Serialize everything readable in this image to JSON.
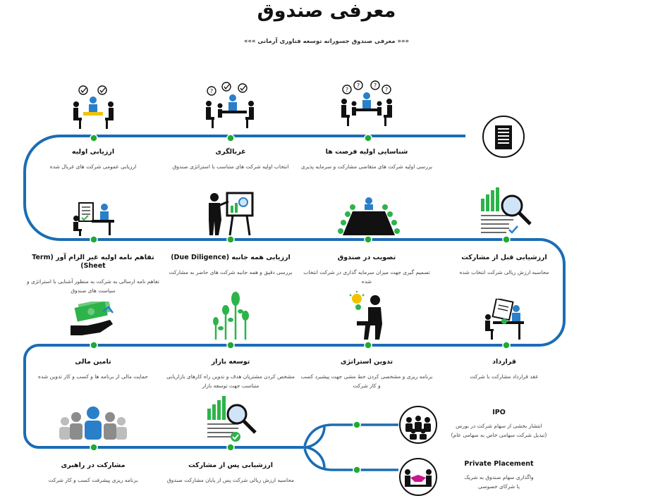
{
  "title": "معرفی صندوق",
  "subtitle": "««« معرفی صندوق جسورانه توسعه فناوری آرمانی »»»",
  "colors": {
    "line": "#1a6db5",
    "dot": "#1eab2f",
    "blue": "#2a7fc9",
    "green": "#2db34a",
    "black": "#111111"
  },
  "steps": [
    {
      "title": "شناسایی اولیه فرصت ها",
      "desc": "بررسی اولیه شرکت های متقاضی مشارکت و سرمایه پذیری",
      "icon": "meeting-group-icon"
    },
    {
      "title": "غربالگری",
      "desc": "انتخاب اولیه شرکت های متناسب با استراتژی صندوق",
      "icon": "meeting-group-icon"
    },
    {
      "title": "ارزیابی اولیه",
      "desc": "ارزیابی عمومی شرکت های غربال شده",
      "icon": "meeting-group-icon"
    },
    {
      "title": "ارزشیابی قبل از مشارکت",
      "desc": "محاسبه ارزش ریالی شرکت انتخاب شده",
      "icon": "report-magnifier-icon"
    },
    {
      "title": "تصویب در صندوق",
      "desc": "تصمیم گیری جهت میزان سرمایه گذاری در شرکت انتخاب شده",
      "icon": "boardroom-icon"
    },
    {
      "title": "ارزیابی همه جانبه (Due Diligence)",
      "desc": "بررسی دقیق و همه جانبه شرکت های حاضر به مشارکت",
      "icon": "presentation-icon"
    },
    {
      "title": "تفاهم نامه اولیه غیر الزام آور (Term Sheet)",
      "desc": "تفاهم نامه ارسالی به شرکت به منظور آشنایی با استراتژی و سیاست های صندوق",
      "icon": "desk-checklist-icon"
    },
    {
      "title": "قرارداد",
      "desc": "عقد قرارداد مشارکت با شرکت",
      "icon": "contract-signing-icon"
    },
    {
      "title": "تدوین استراتژی",
      "desc": "برنامه ریزی و مشخصی کردن خط مشی جهت پیشبرد کسب و کار شرکت",
      "icon": "thinking-person-icon"
    },
    {
      "title": "توسعه بازار",
      "desc": "مشخص کردن مشتریان هدف و تدوین راه کارهای بازاریابی متناسب جهت توسعه بازار",
      "icon": "growth-plants-icon"
    },
    {
      "title": "تامین مالی",
      "desc": "حمایت مالی از برنامه ها و کسب و کار تدوین شده",
      "icon": "money-hand-icon"
    },
    {
      "title": "ارزشیابی پس از مشارکت",
      "desc": "محاسبه ارزش ریالی شرکت پس از پایان مشارکت صندوق",
      "icon": "report-magnifier-icon"
    },
    {
      "title": "مشارکت در راهبری",
      "desc": "برنامه ریزی پیشرفت کسب و کار شرکت",
      "icon": "crowd-icon"
    }
  ],
  "branches": [
    {
      "title": "IPO",
      "desc1": "انتشار بخشی از سهام شرکت در بورس",
      "desc2": "(تبدیل شرکت سهامی خاص به سهامی عام)",
      "icon": "crowd-circle-icon"
    },
    {
      "title": "Private Placement",
      "desc1": "واگذاری سهام صندوق به شریک",
      "desc2": "یا شرکای خصوصی",
      "icon": "handshake-circle-icon"
    }
  ],
  "start_icon": "building-icon"
}
